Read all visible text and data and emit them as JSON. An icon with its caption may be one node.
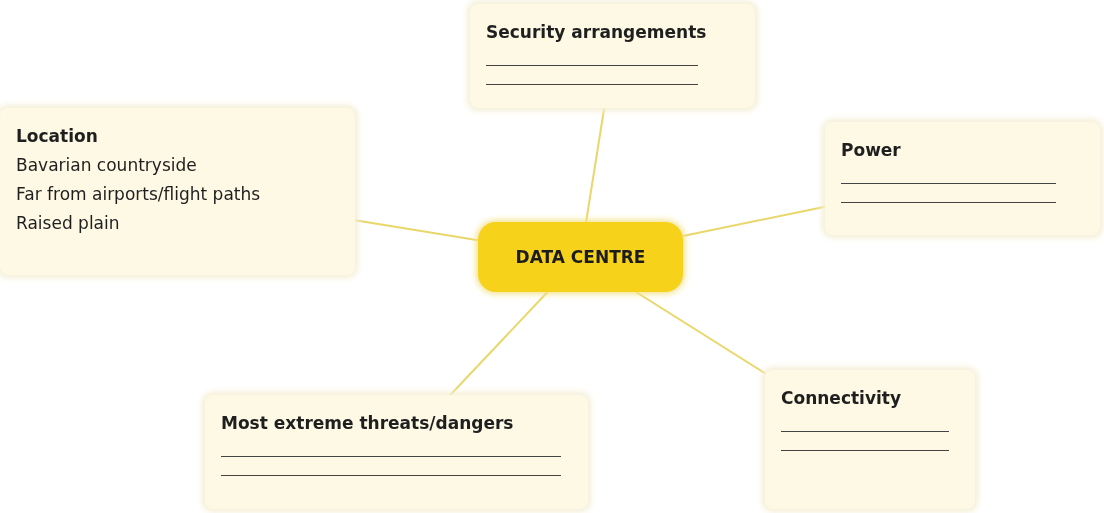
{
  "diagram": {
    "nodes": [
      {
        "text": [
          "DATA CENTRE"
        ]
      },
      {
        "text": [
          "Security arrangements"
        ]
      },
      {
        "text": [
          "Location",
          "Bavarian countryside",
          "Far from airports/flight paths",
          "Raised plain"
        ]
      },
      {
        "text": [
          "Power"
        ]
      },
      {
        "text": [
          "Most extreme threats/dangers"
        ]
      },
      {
        "text": [
          "Connectivity"
        ]
      }
    ],
    "edges": [
      {
        "from": 0,
        "to": 1,
        "arrow": "none"
      },
      {
        "from": 0,
        "to": 2,
        "arrow": "none"
      },
      {
        "from": 0,
        "to": 3,
        "arrow": "none"
      },
      {
        "from": 0,
        "to": 4,
        "arrow": "none"
      },
      {
        "from": 0,
        "to": 5,
        "arrow": "none"
      }
    ]
  }
}
